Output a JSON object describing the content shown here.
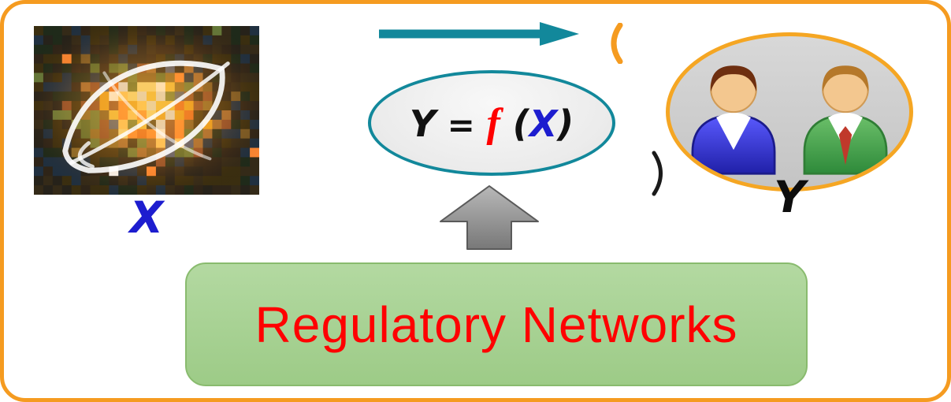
{
  "diagram": {
    "input_label": "X",
    "output_label": "Y",
    "formula": {
      "lhs": "Y",
      "equals": " = ",
      "function": "f",
      "open": " (",
      "argument": "X",
      "close": ")"
    },
    "box_label": "Regulatory Networks",
    "icons": {
      "flow_arrow": "right-arrow",
      "derivation_arrow": "up-block-arrow",
      "input_image": "dna-mosaic",
      "people": [
        "person-blue",
        "person-green"
      ]
    },
    "colors": {
      "frame_border": "#F59B20",
      "flow_arrow_teal": "#12889B",
      "formula_ellipse_border": "#12889B",
      "formula_function_red": "#FF0000",
      "variable_blue": "#1D1DCF",
      "people_ellipse_border": "#F5A623",
      "people_ellipse_fill": "#C9C9C9",
      "up_arrow_gray": "#8C8C8C",
      "box_fill_green": "#A6D394",
      "box_text_red": "#FF0000"
    }
  }
}
